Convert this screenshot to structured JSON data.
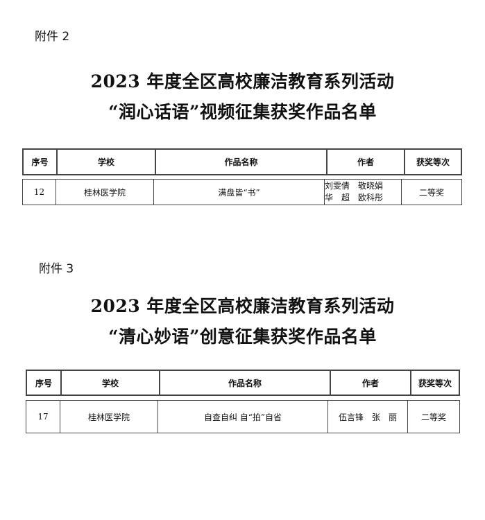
{
  "sections": [
    {
      "attachment": "附件 2",
      "title_line1": "2023 年度全区高校廉洁教育系列活动",
      "title_line2": "“润心话语”视频征集获奖作品名单",
      "headers": [
        "序号",
        "学校",
        "作品名称",
        "作者",
        "获奖等次"
      ],
      "row": {
        "no": "12",
        "school": "桂林医学院",
        "work": "满盘皆“书”",
        "authors_line1": "刘雯倩　敬晓娟",
        "authors_line2": "华　超　欧科彤",
        "award": "二等奖"
      }
    },
    {
      "attachment": "附件 3",
      "title_line1": "2023 年度全区高校廉洁教育系列活动",
      "title_line2": "“清心妙语”创意征集获奖作品名单",
      "headers": [
        "序号",
        "学校",
        "作品名称",
        "作者",
        "获奖等次"
      ],
      "row": {
        "no": "17",
        "school": "桂林医学院",
        "work": "自查自纠 自“拍”自省",
        "authors_line1": "伍言锋　张　丽",
        "award": "二等奖"
      }
    }
  ]
}
